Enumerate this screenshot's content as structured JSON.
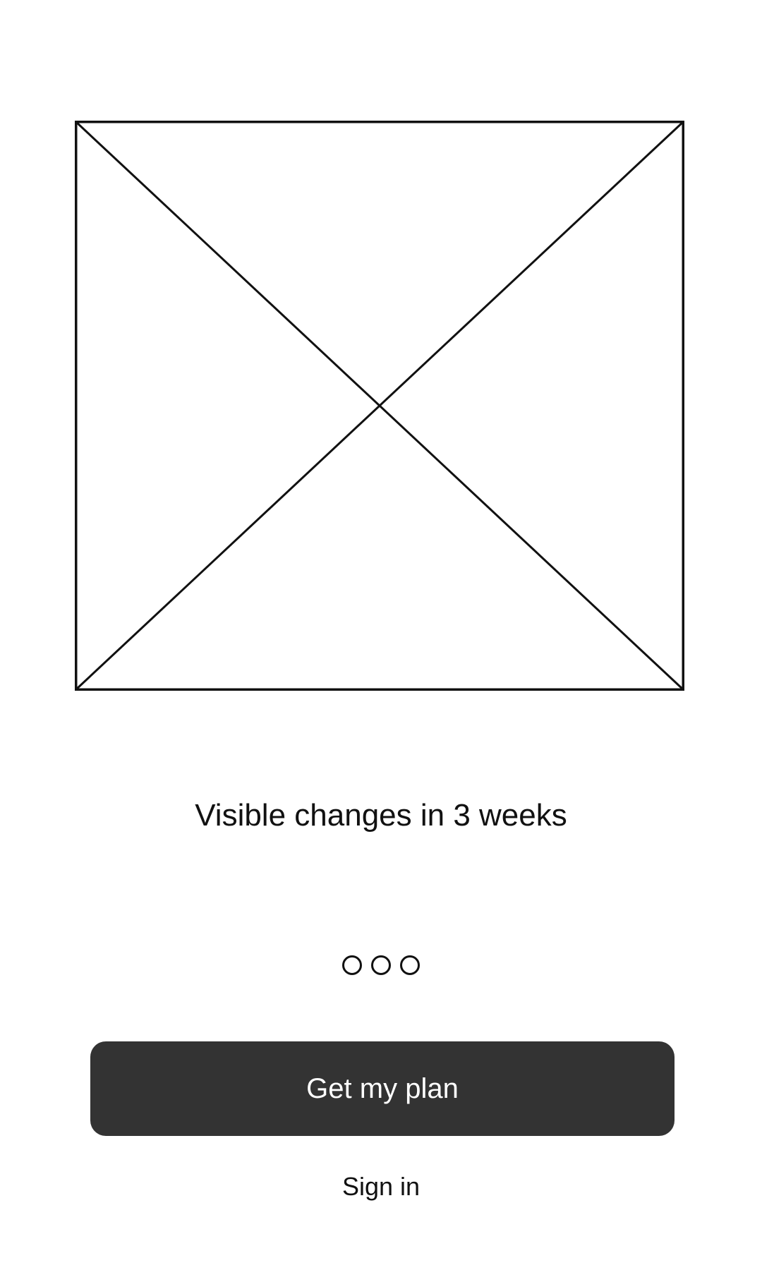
{
  "hero": {
    "image_icon": "image-placeholder-icon"
  },
  "headline": {
    "text": "Visible changes in 3 weeks"
  },
  "pager": {
    "total": 3,
    "dot_icon": "pager-dot-icon"
  },
  "actions": {
    "primary_label": "Get my plan",
    "secondary_label": "Sign in"
  },
  "colors": {
    "button_bg": "#333333",
    "button_text": "#ffffff",
    "text": "#111111",
    "background": "#ffffff"
  }
}
